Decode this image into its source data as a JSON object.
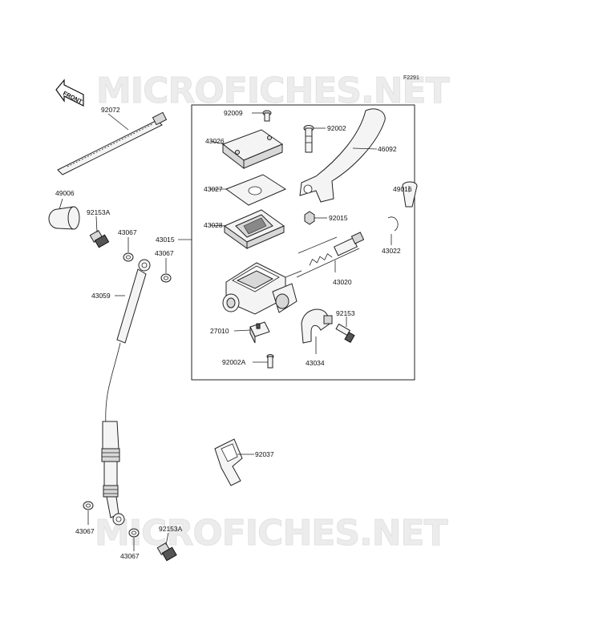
{
  "figure_id": "F2291",
  "watermark": "MICROFICHES.NET",
  "front_tag": "FRONT",
  "parts": {
    "p92072": "92072",
    "p49006": "49006",
    "p92153A_top": "92153A",
    "p43067_a": "43067",
    "p43067_b": "43067",
    "p43015": "43015",
    "p43059": "43059",
    "p92009": "92009",
    "p43026": "43026",
    "p43027": "43027",
    "p43028": "43028",
    "p92002": "92002",
    "p46092": "46092",
    "p49016": "49016",
    "p92015": "92015",
    "p43022": "43022",
    "p43020": "43020",
    "p27010": "27010",
    "p92153": "92153",
    "p92002A": "92002A",
    "p43034": "43034",
    "p92037": "92037",
    "p43067_c": "43067",
    "p92153A_bot": "92153A",
    "p43067_d": "43067"
  }
}
